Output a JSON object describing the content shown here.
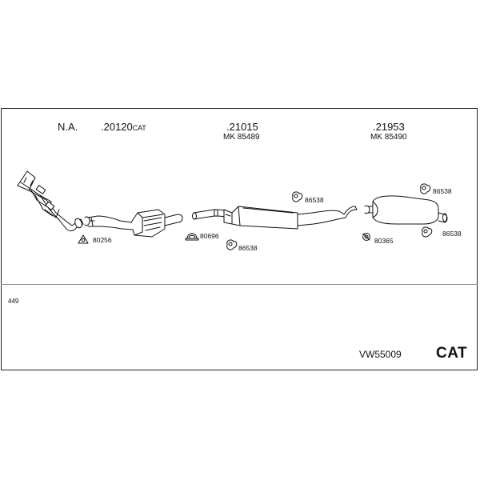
{
  "diagram": {
    "headers": [
      {
        "main": "N.A.",
        "suffix": ""
      },
      {
        "main": ".20120",
        "suffix": "CAT"
      },
      {
        "main": ".21015",
        "suffix": ""
      },
      {
        "main": ".21953",
        "suffix": ""
      }
    ],
    "subheaders": [
      "MK 85489",
      "MK 85490"
    ],
    "part_labels": [
      "80256",
      "80696",
      "86538",
      "86538",
      "80365",
      "86538",
      "86538"
    ],
    "footer_left": "449",
    "footer_code": "VW55009",
    "footer_tag": "CAT"
  }
}
